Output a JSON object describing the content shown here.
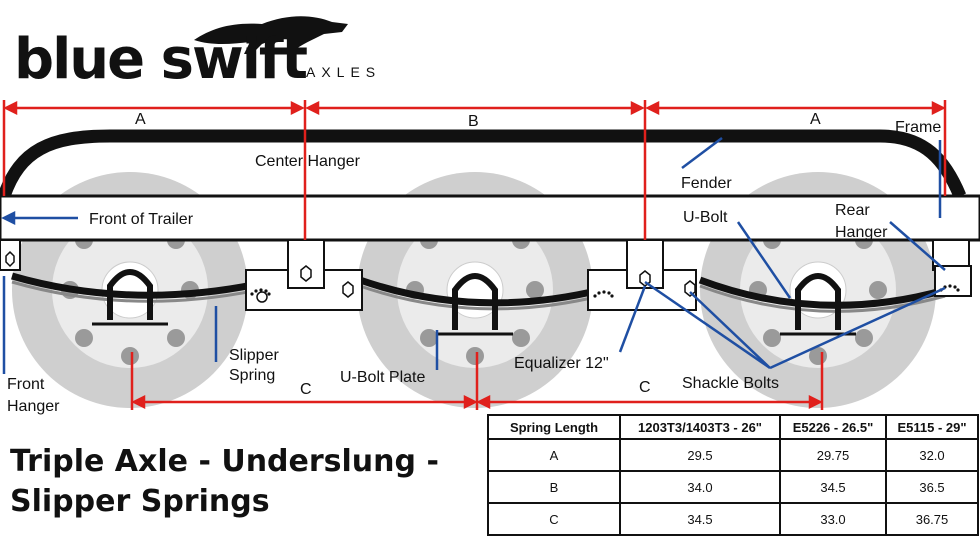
{
  "brand": {
    "wordmark": "blue swift",
    "sub": "AXLES",
    "icon": "panther-icon"
  },
  "labels": {
    "dim_a_left": "A",
    "dim_b": "B",
    "dim_a_right": "A",
    "frame": "Frame",
    "center_hanger": "Center Hanger",
    "fender": "Fender",
    "front_of_trailer": "Front of Trailer",
    "u_bolt": "U-Bolt",
    "rear_hanger": "Rear\nHanger",
    "slipper_spring": "Slipper\nSpring",
    "u_bolt_plate": "U-Bolt Plate",
    "equalizer": "Equalizer 12\"",
    "shackle_bolts": "Shackle Bolts",
    "front_hanger": "Front\nHanger",
    "dim_c_left": "C",
    "dim_c_right": "C"
  },
  "title": "Triple Axle - Underslung -\nSlipper Springs",
  "table": {
    "headers": [
      "Spring Length",
      "1203T3/1403T3 - 26\"",
      "E5226 - 26.5\"",
      "E5115 - 29\""
    ],
    "rows": [
      [
        "A",
        "29.5",
        "29.75",
        "32.0"
      ],
      [
        "B",
        "34.0",
        "34.5",
        "36.5"
      ],
      [
        "C",
        "34.5",
        "33.0",
        "36.75"
      ]
    ]
  },
  "colors": {
    "dimension": "#e0201c",
    "leader": "#1f4fa3",
    "tire": "#cfcfcf",
    "rim": "#e9e9e9",
    "stud": "#9a9a9a",
    "outline": "#111111"
  }
}
